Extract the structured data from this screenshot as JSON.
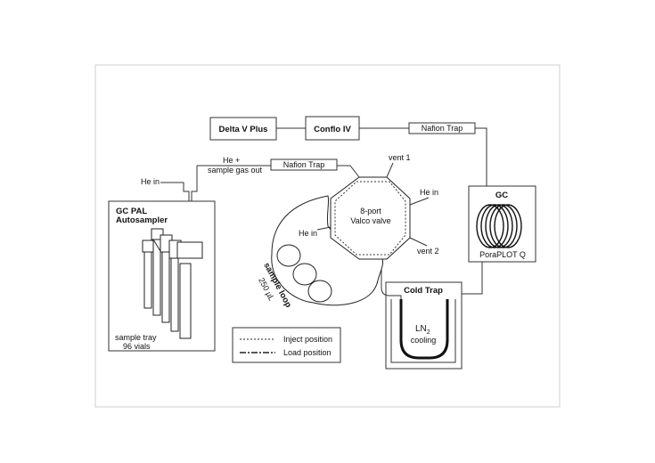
{
  "components": {
    "delta_v_plus": "Delta V Plus",
    "conflo_iv": "Conflo IV",
    "nafion_trap_top": "Nafion Trap",
    "nafion_trap_mid": "Nafion Trap",
    "he_in_left": "He in",
    "he_sample_out_1": "He +",
    "he_sample_out_2": "sample gas out",
    "autosampler_1": "GC PAL",
    "autosampler_2": "Autosampler",
    "sample_tray_1": "sample tray",
    "sample_tray_2": "96 vials",
    "valve_1": "8-port",
    "valve_2": "Valco valve",
    "vent_1": "vent 1",
    "vent_2": "vent 2",
    "he_in_valve_right": "He in",
    "he_in_valve_left": "He in",
    "sample_loop_1": "sample loop",
    "sample_loop_2": "250 µL",
    "gc": "GC",
    "column": "PoraPLOT Q",
    "cold_trap": "Cold Trap",
    "ln2_main": "LN",
    "ln2_sub": "2",
    "ln2_cooling": "cooling"
  },
  "legend": {
    "inject": "Inject position",
    "load": "Load position"
  }
}
